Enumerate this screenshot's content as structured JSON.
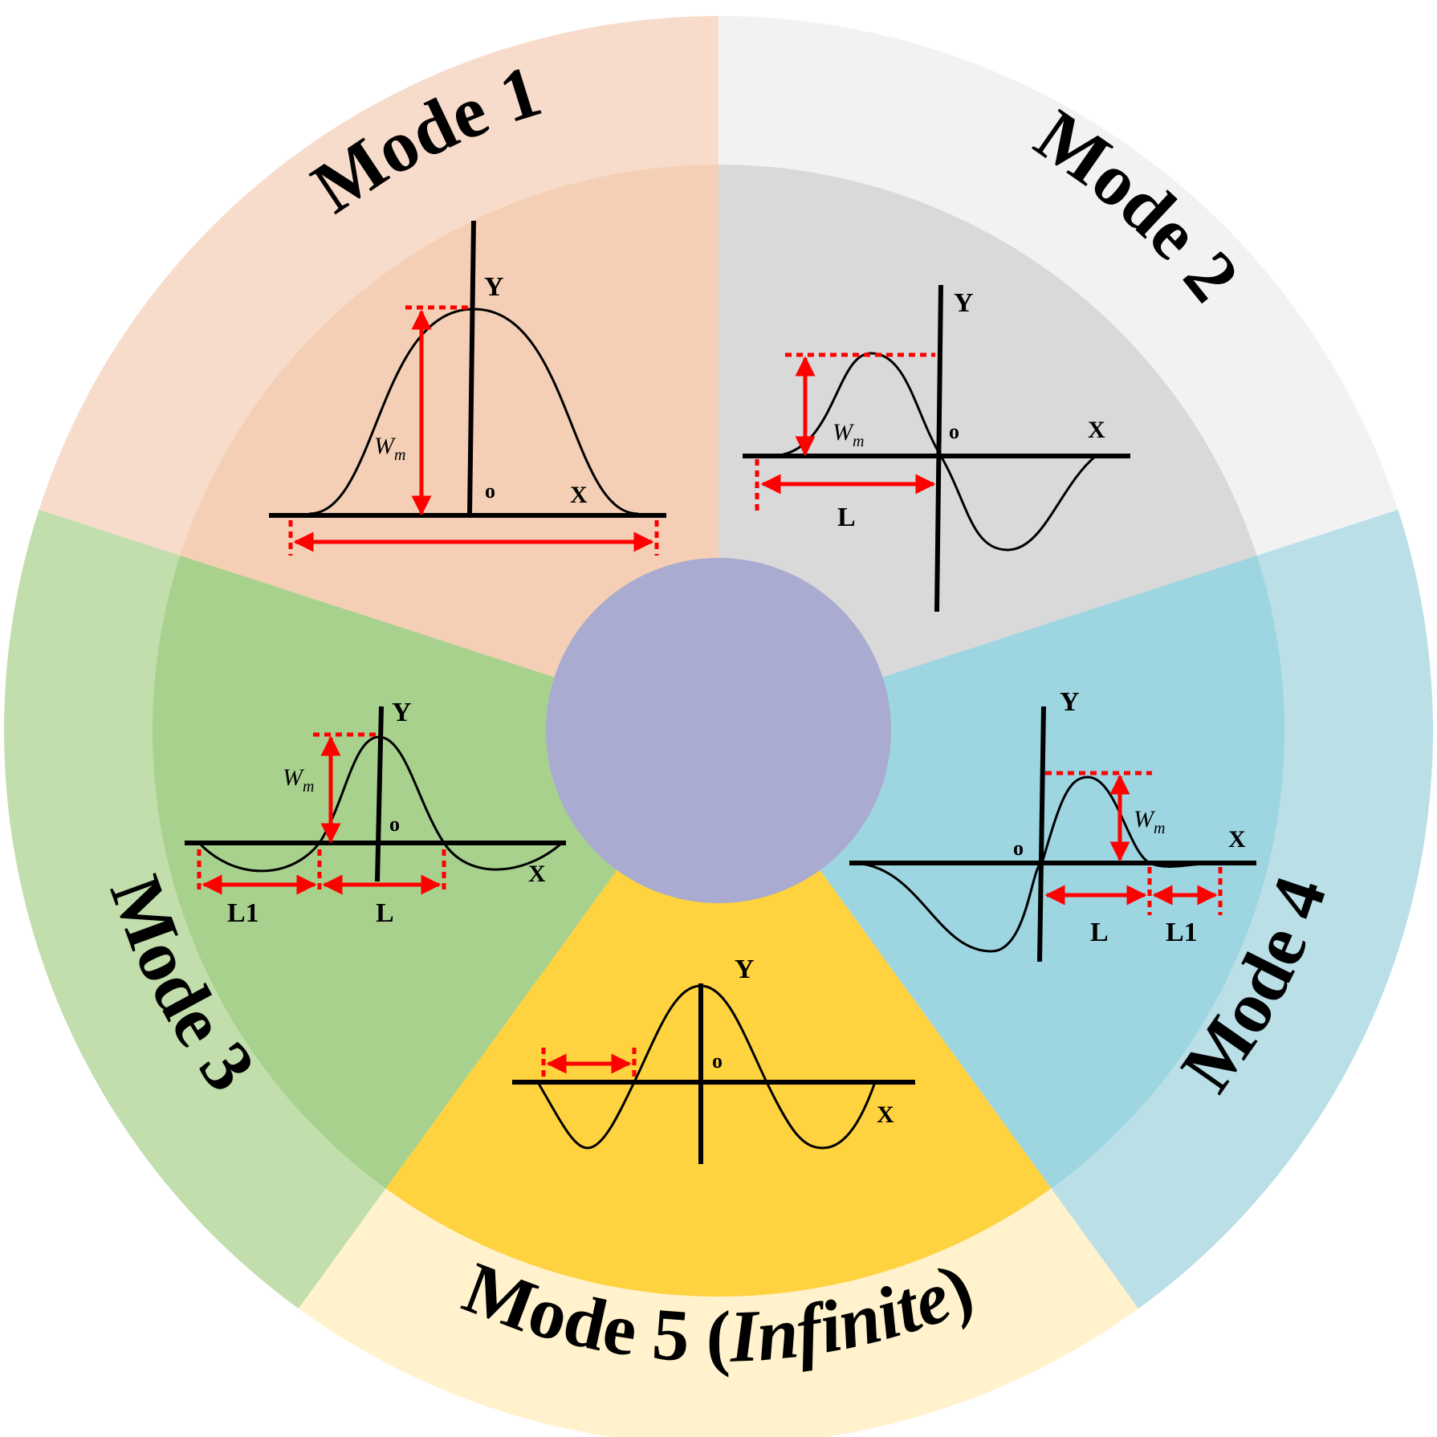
{
  "colors": {
    "mode1_outer": "#f7dccb",
    "mode1_inner": "#f4cfb5",
    "mode2_outer": "#f2f2f2",
    "mode2_inner": "#d9d9d9",
    "mode3_outer": "#c1deac",
    "mode3_inner": "#a9d18e",
    "mode4_outer": "#badfe7",
    "mode4_inner": "#9dd5e1",
    "mode5_outer": "#fff2cc",
    "mode5_inner": "#ffd23f",
    "center": "#a9abd0",
    "accent": "#ff0000"
  },
  "modes": {
    "mode1": {
      "title": "Mode 1",
      "y_label": "Y",
      "x_label": "X",
      "origin_label": "o",
      "wm_label": "W",
      "wm_sub": "m"
    },
    "mode2": {
      "title": "Mode 2",
      "y_label": "Y",
      "x_label": "X",
      "origin_label": "o",
      "wm_label": "W",
      "wm_sub": "m",
      "l_label": "L"
    },
    "mode3": {
      "title": "Mode 3",
      "y_label": "Y",
      "x_label": "X",
      "origin_label": "o",
      "wm_label": "W",
      "wm_sub": "m",
      "l_label": "L",
      "l1_label": "L1"
    },
    "mode4": {
      "title": "Mode 4",
      "y_label": "Y",
      "x_label": "X",
      "origin_label": "o",
      "wm_label": "W",
      "wm_sub": "m",
      "l_label": "L",
      "l1_label": "L1"
    },
    "mode5": {
      "title_main": "Mode 5 (",
      "title_italic": "Infinite",
      "title_close": ")",
      "y_label": "Y",
      "x_label": "X",
      "origin_label": "o"
    }
  }
}
